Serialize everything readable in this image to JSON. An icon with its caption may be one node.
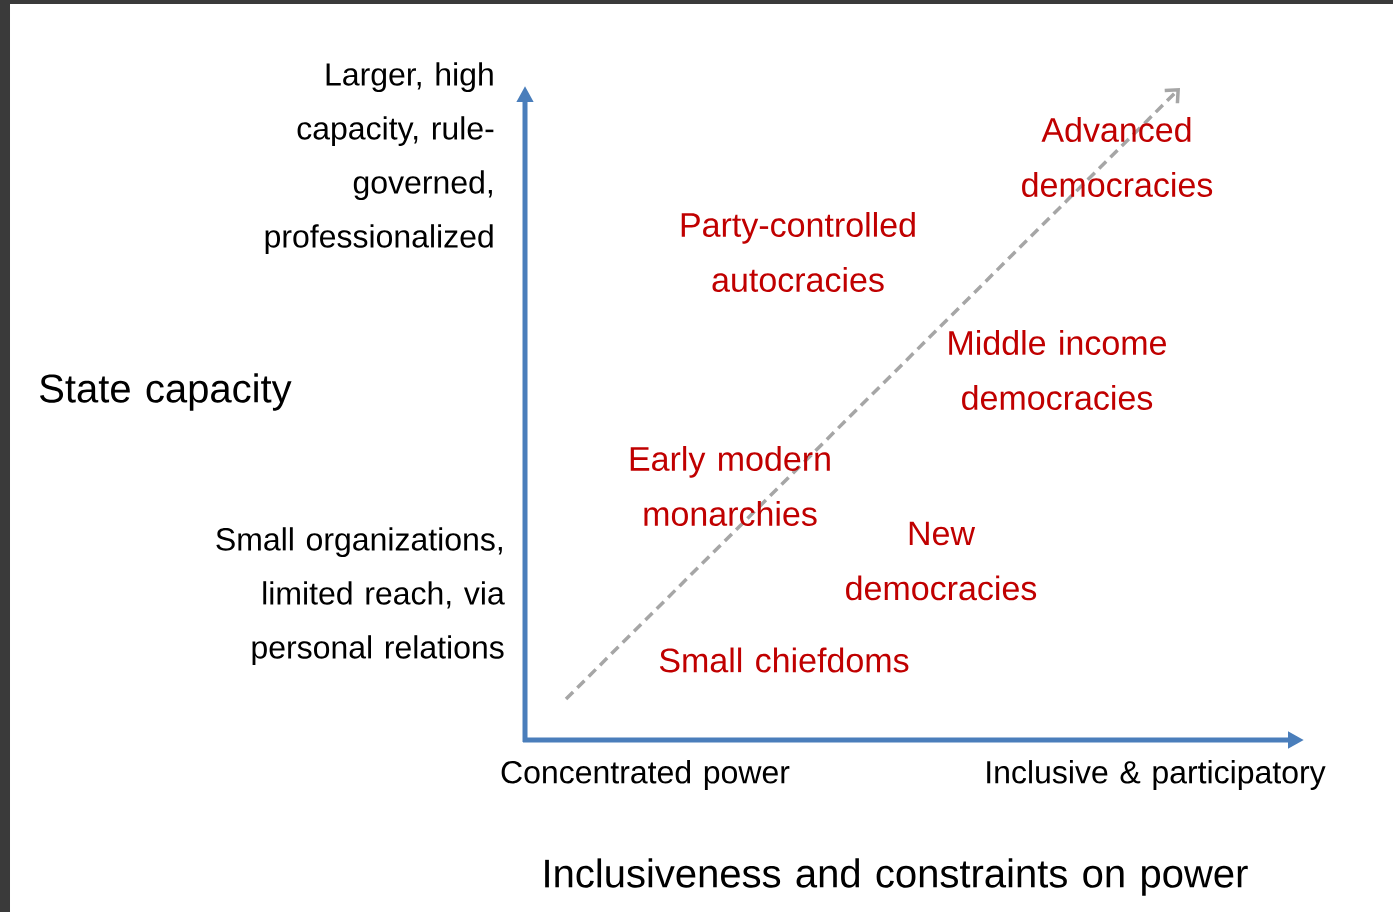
{
  "diagram": {
    "labels": [
      "Larger, high capacity, rule-governed, professionalized",
      "Advanced democracies",
      "Party-controlled autocracies",
      "Middle income democracies",
      "State capacity",
      "Early modern monarchies",
      "Small organizations, limited reach, via personal relations",
      "New democracies",
      "Small chiefdoms",
      "Concentrated power",
      "Inclusive & participatory",
      "Inclusiveness and constraints on power"
    ]
  }
}
